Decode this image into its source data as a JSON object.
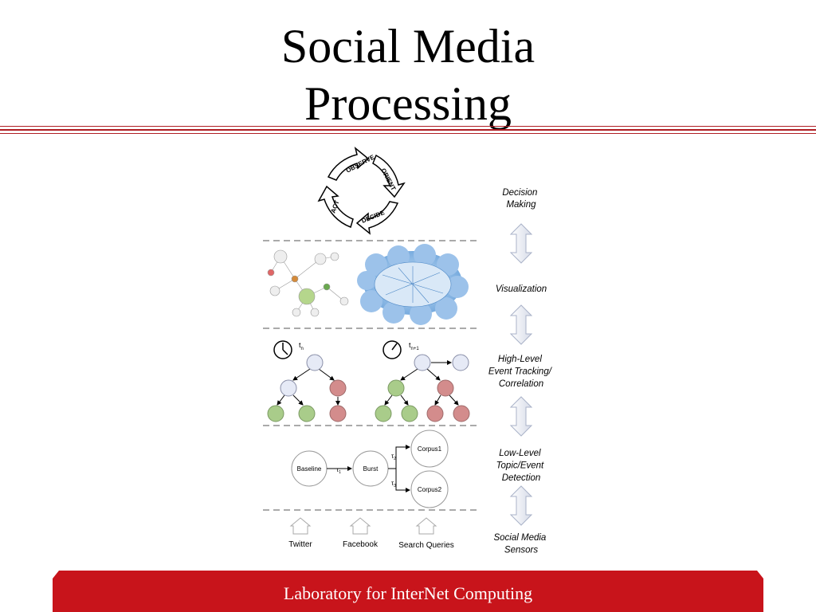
{
  "title_line1": "Social Media",
  "title_line2": "Processing",
  "footer": "Laboratory for InterNet Computing",
  "ooda": {
    "observe": "OBSERVE",
    "orient": "ORIENT",
    "decide": "DECIDE",
    "act": "ACT"
  },
  "layers": {
    "decision": [
      "Decision",
      "Making"
    ],
    "visualization": [
      "Visualization"
    ],
    "high_level": [
      "High-Level",
      "Event Tracking/",
      "Correlation"
    ],
    "low_level": [
      "Low-Level",
      "Topic/Event",
      "Detection"
    ],
    "sensors": [
      "Social Media",
      "Sensors"
    ]
  },
  "event_tracking": {
    "t_n": "t",
    "t_n_sub": "n",
    "t_n1": "t",
    "t_n1_sub": "n+1"
  },
  "detection": {
    "baseline": "Baseline",
    "burst": "Burst",
    "corpus1": "Corpus1",
    "corpus2": "Corpus2",
    "tau": "τ",
    "tau1_sub": "1",
    "tau2_sub": "2",
    "tau3_sub": "3"
  },
  "sources": {
    "twitter": "Twitter",
    "facebook": "Facebook",
    "search": "Search Queries"
  },
  "colors": {
    "accent_red": "#c8141b",
    "node_blue": "#e6eaf6",
    "node_green": "#a9cc8a",
    "node_red": "#d38c8c"
  }
}
